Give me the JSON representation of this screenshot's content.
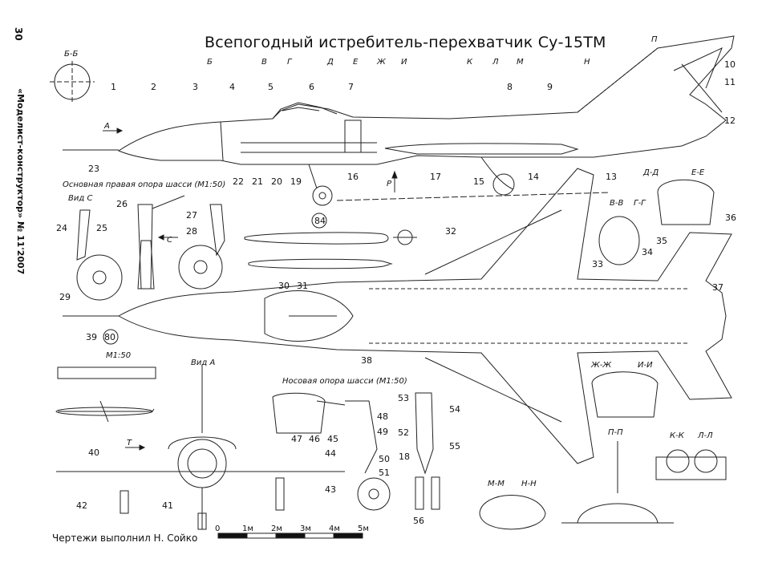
{
  "page_number": "30",
  "side_label": "«Моделист-конструктор» № 11'2007",
  "title": "Всепогодный истребитель-перехватчик Су-15ТМ",
  "credit": "Чертежи выполнил Н. Сойко",
  "section_letters": [
    "Б",
    "В",
    "Г",
    "Д",
    "Е",
    "Ж",
    "И",
    "К",
    "Л",
    "М",
    "Н",
    "П"
  ],
  "section_views": {
    "bb": "Б-Б",
    "vv": "В-В",
    "gg": "Г-Г",
    "dd": "Д-Д",
    "ee": "Е-Е",
    "zhzh": "Ж-Ж",
    "ii": "И-И",
    "pp": "П-П",
    "kk": "К-К",
    "ll": "Л-Л",
    "mm": "М-М",
    "nn": "Н-Н"
  },
  "captions": {
    "main_gear": "Основная правая опора шасси (М1:50)",
    "nose_gear": "Носовая опора шасси (М1:50)",
    "view_c": "Вид С",
    "view_a": "Вид А",
    "scale_note": "М1:50",
    "arrow_a": "А",
    "arrow_c": "С",
    "arrow_p": "Р",
    "arrow_t": "Т",
    "circle_84": "84",
    "circle_80": "80"
  },
  "scale_bar": [
    "0",
    "1м",
    "2м",
    "3м",
    "4м",
    "5м"
  ],
  "callouts": {
    "n1": "1",
    "n2": "2",
    "n3": "3",
    "n4": "4",
    "n5": "5",
    "n6": "6",
    "n7": "7",
    "n8": "8",
    "n9": "9",
    "n10": "10",
    "n11": "11",
    "n12": "12",
    "n13": "13",
    "n14": "14",
    "n15": "15",
    "n16": "16",
    "n17": "17",
    "n18": "18",
    "n19": "19",
    "n20": "20",
    "n21": "21",
    "n22": "22",
    "n23": "23",
    "n24": "24",
    "n25": "25",
    "n26": "26",
    "n27": "27",
    "n28": "28",
    "n29": "29",
    "n30": "30",
    "n31": "31",
    "n32": "32",
    "n33": "33",
    "n34": "34",
    "n35": "35",
    "n36": "36",
    "n37": "37",
    "n38": "38",
    "n39": "39",
    "n40": "40",
    "n41": "41",
    "n42": "42",
    "n43": "43",
    "n44": "44",
    "n45": "45",
    "n46": "46",
    "n47": "47",
    "n48": "48",
    "n49": "49",
    "n50": "50",
    "n51": "51",
    "n52": "52",
    "n53": "53",
    "n54": "54",
    "n55": "55",
    "n56": "56"
  }
}
